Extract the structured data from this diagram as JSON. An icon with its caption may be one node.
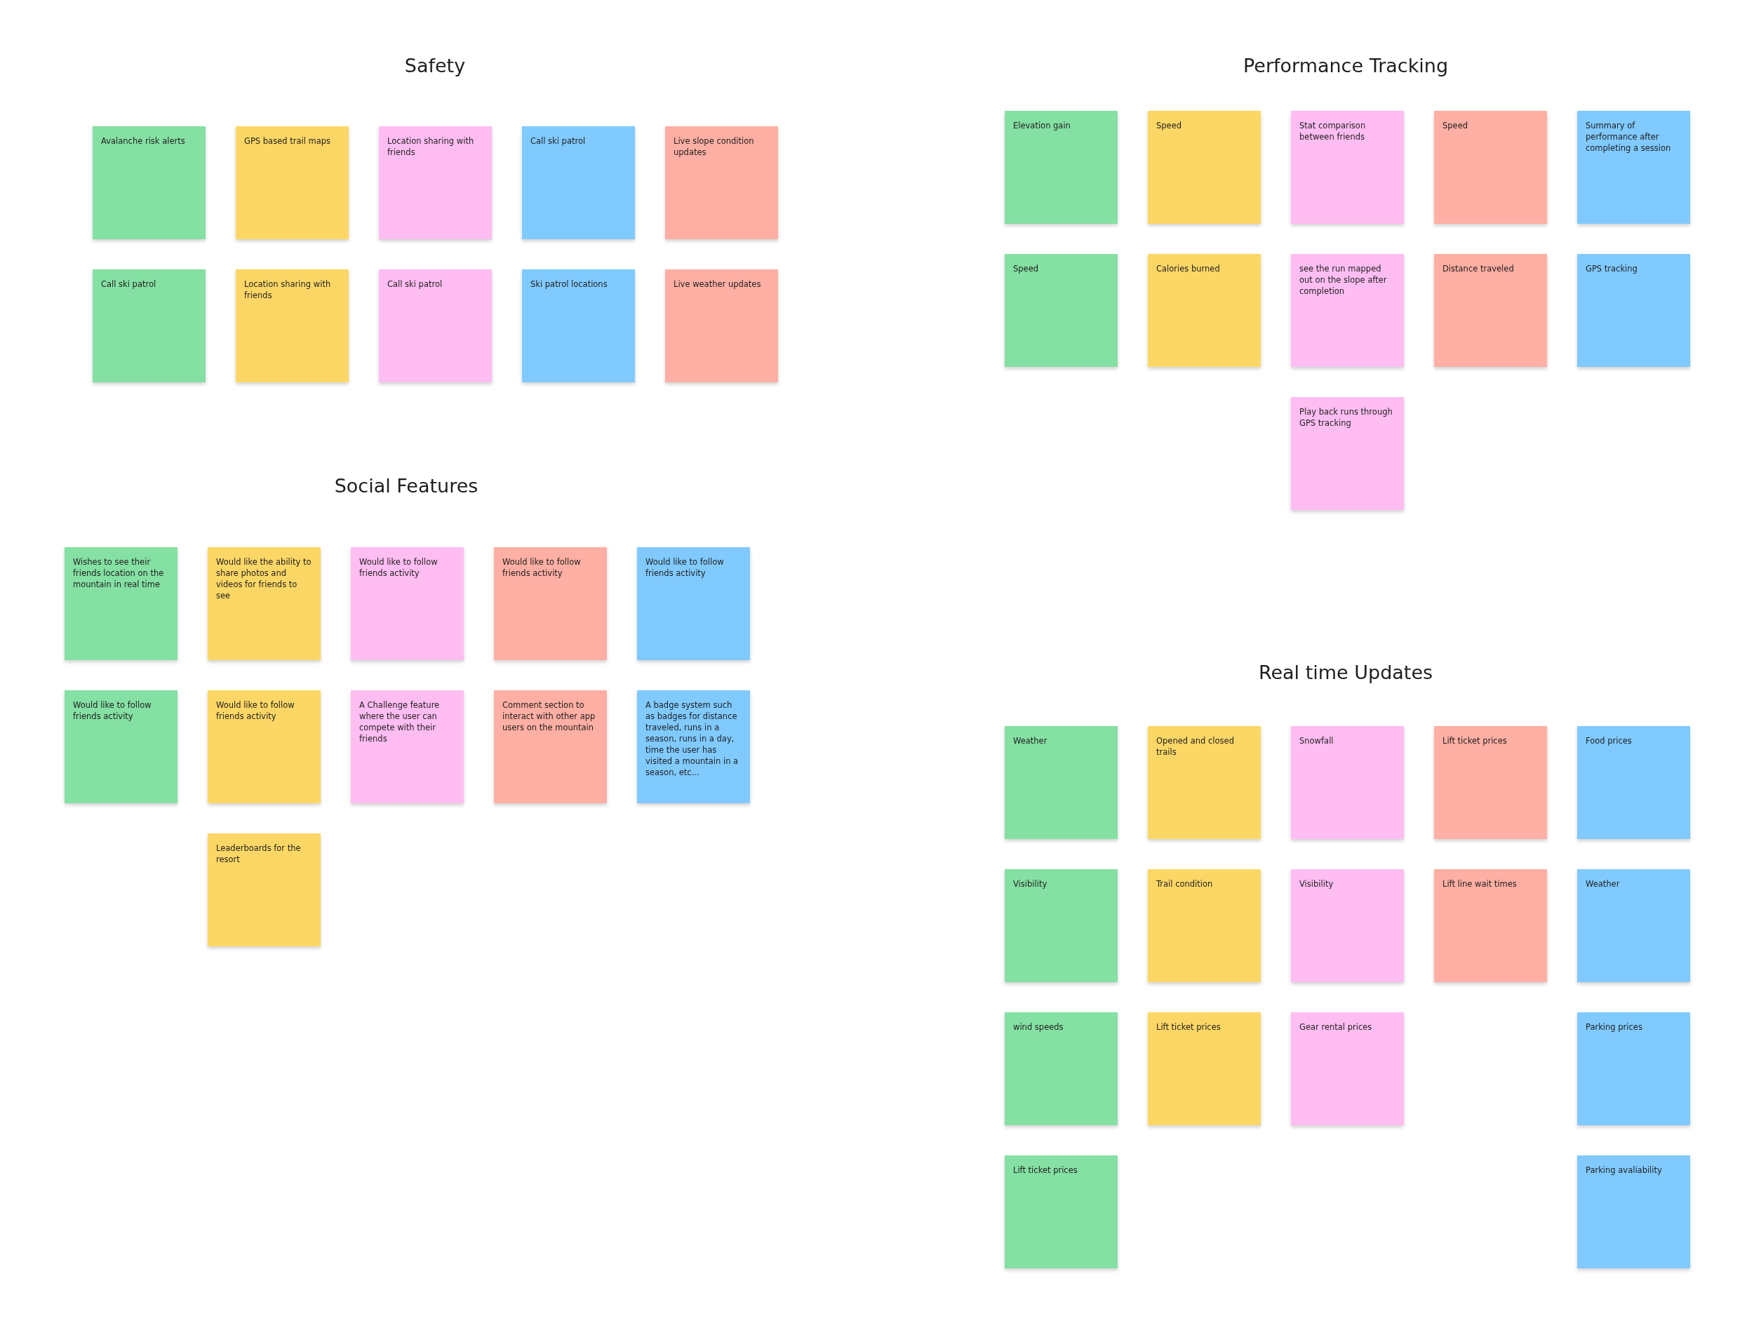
{
  "diagram": {
    "nodes": [
      {
        "text": [
          "Avalanche risk alerts"
        ]
      },
      {
        "text": [
          "GPS based trail maps"
        ]
      },
      {
        "text": [
          "Location sharing with friends"
        ]
      },
      {
        "text": [
          "Call ski patrol"
        ]
      },
      {
        "text": [
          "Live slope condition updates"
        ]
      },
      {
        "text": [
          "Call ski patrol"
        ]
      },
      {
        "text": [
          "Location sharing with friends"
        ]
      },
      {
        "text": [
          "Call ski patrol"
        ]
      },
      {
        "text": [
          "Ski patrol locations"
        ]
      },
      {
        "text": [
          "Live weather updates"
        ]
      },
      {
        "text": [
          "Elevation gain"
        ]
      },
      {
        "text": [
          "Speed"
        ]
      },
      {
        "text": [
          "Stat comparison between friends"
        ]
      },
      {
        "text": [
          "Speed"
        ]
      },
      {
        "text": [
          "Summary of performance after completing a session"
        ]
      },
      {
        "text": [
          "Speed"
        ]
      },
      {
        "text": [
          "Calories burned"
        ]
      },
      {
        "text": [
          "see the run mapped out on the slope after completion"
        ]
      },
      {
        "text": [
          "Distance traveled"
        ]
      },
      {
        "text": [
          "GPS tracking"
        ]
      },
      {
        "text": [
          "Play back runs through GPS tracking"
        ]
      },
      {
        "text": [
          "Wishes to see their friends location on the mountain in real time"
        ]
      },
      {
        "text": [
          "Would like the ability to share photos and videos for friends to see"
        ]
      },
      {
        "text": [
          "Would like to follow friends activity"
        ]
      },
      {
        "text": [
          "Would like to follow friends activity"
        ]
      },
      {
        "text": [
          "Would like to follow friends activity"
        ]
      },
      {
        "text": [
          "Would like to follow friends activity"
        ]
      },
      {
        "text": [
          "Would like to follow friends activity"
        ]
      },
      {
        "text": [
          "A Challenge feature where the user can compete with their friends"
        ]
      },
      {
        "text": [
          "Comment section to interact with other app users on the mountain"
        ]
      },
      {
        "text": [
          "A badge system such as badges for distance traveled, runs in a season, runs in a day, time the user has visited a mountain in a season, etc..."
        ]
      },
      {
        "text": [
          "Leaderboards for the resort"
        ]
      },
      {
        "text": [
          "Weather"
        ]
      },
      {
        "text": [
          "Opened and closed trails"
        ]
      },
      {
        "text": [
          "Snowfall"
        ]
      },
      {
        "text": [
          "Lift ticket prices"
        ]
      },
      {
        "text": [
          "Food prices"
        ]
      },
      {
        "text": [
          "Visibility"
        ]
      },
      {
        "text": [
          "Trail condition"
        ]
      },
      {
        "text": [
          "Visibility"
        ]
      },
      {
        "text": [
          "Lift line wait times"
        ]
      },
      {
        "text": [
          "Weather"
        ]
      },
      {
        "text": [
          "wind speeds"
        ]
      },
      {
        "text": [
          "Lift ticket prices"
        ]
      },
      {
        "text": [
          "Gear rental prices"
        ]
      },
      {
        "text": [
          "Parking prices"
        ]
      },
      {
        "text": [
          "Lift ticket prices"
        ]
      },
      {
        "text": [
          "Parking avaliability"
        ]
      }
    ],
    "labels": [
      "Safety",
      "Performance Tracking",
      "Social Features",
      "Real time Updates"
    ]
  }
}
